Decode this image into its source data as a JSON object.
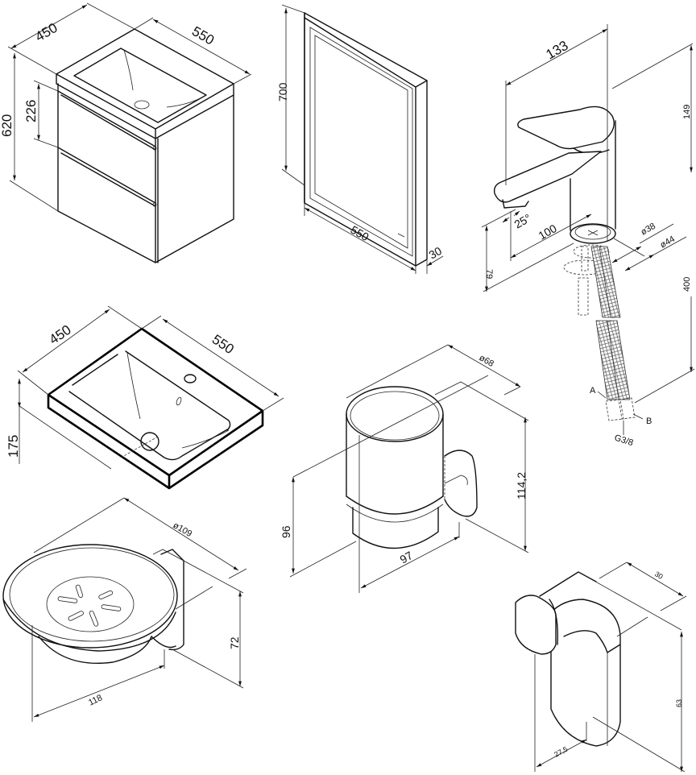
{
  "drawing": {
    "type": "technical dimension drawing",
    "units": "mm",
    "products": [
      {
        "id": "vanity",
        "name": "Vanity cabinet with washbasin",
        "dims": {
          "depth": "450",
          "width": "550",
          "height": "620",
          "drawer_height": "226"
        }
      },
      {
        "id": "mirror",
        "name": "Mirror",
        "dims": {
          "height": "700",
          "width": "550",
          "depth": "30"
        }
      },
      {
        "id": "faucet",
        "name": "Basin mixer",
        "dims": {
          "reach": "133",
          "height": "149",
          "spout_angle": "25°",
          "spout_length": "100",
          "hole_diameter": "ø38",
          "base_diameter": "ø44",
          "spout_height": "79",
          "hose_length": "400",
          "hose_a": "A",
          "hose_b": "B",
          "connection": "G3/8"
        }
      },
      {
        "id": "washbasin",
        "name": "Washbasin",
        "dims": {
          "depth": "450",
          "width": "550",
          "height": "175"
        }
      },
      {
        "id": "tumbler",
        "name": "Tumbler holder",
        "dims": {
          "diameter": "ø68",
          "height": "114,2",
          "glass_height": "96",
          "projection": "97"
        }
      },
      {
        "id": "soap_dish",
        "name": "Soap dish",
        "dims": {
          "diameter": "ø109",
          "height": "72",
          "projection": "118"
        }
      },
      {
        "id": "hook",
        "name": "Hook",
        "dims": {
          "width": "30",
          "height": "63",
          "projection": "27,5"
        }
      }
    ]
  }
}
